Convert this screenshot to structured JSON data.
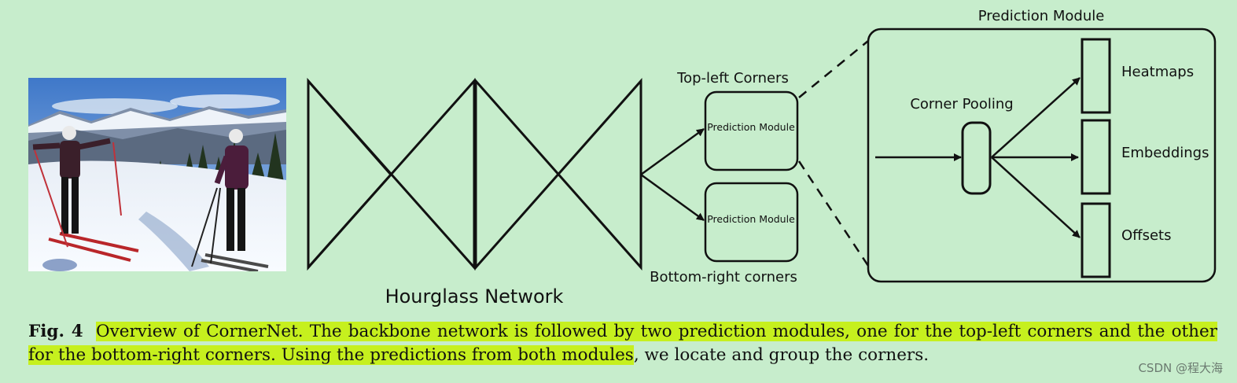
{
  "figure": {
    "photo": {
      "subject": "two-skiers-on-snowy-mountain"
    },
    "backbone_label": "Hourglass Network",
    "top_left_label": "Top-left Corners",
    "bottom_right_label": "Bottom-right corners",
    "small_module_label_top": "Prediction Module",
    "small_module_label_bottom": "Prediction Module",
    "detail": {
      "title": "Prediction Module",
      "pooling_label": "Corner Pooling",
      "outputs": [
        "Heatmaps",
        "Embeddings",
        "Offsets"
      ]
    }
  },
  "caption": {
    "label": "Fig. 4",
    "highlighted_text": "Overview of CornerNet. The backbone network is followed by two prediction modules, one for the top-left corners and the other for the bottom-right corners. Using the predictions from both modules",
    "rest_text": ", we locate and group the corners.",
    "highlight_color": "#c6f01e"
  },
  "watermark": "CSDN @程大海",
  "colors": {
    "background": "#c7edcc",
    "stroke": "#111111"
  }
}
